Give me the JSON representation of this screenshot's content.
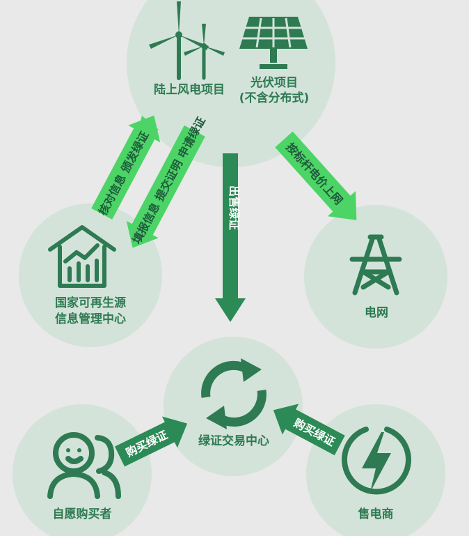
{
  "colors": {
    "background": "#e8e9e8",
    "circle": "#d3e3d9",
    "icon": "#2e7a52",
    "light_arrow": "#4cd466",
    "dark_arrow": "#2b8a55"
  },
  "nodes": {
    "wind": {
      "label": "陆上风电项目",
      "icon": "wind-turbine-icon"
    },
    "solar": {
      "label_line1": "光伏项目",
      "label_line2": "(不含分布式)",
      "icon": "solar-panel-icon"
    },
    "gov": {
      "label_line1": "国家可再生源",
      "label_line2": "信息管理中心",
      "icon": "house-chart-icon"
    },
    "grid": {
      "label": "电网",
      "icon": "power-tower-icon"
    },
    "exchange": {
      "label": "绿证交易中心",
      "icon": "exchange-cycle-icon"
    },
    "buyer": {
      "label": "自愿购买者",
      "icon": "people-icon"
    },
    "seller": {
      "label": "售电商",
      "icon": "lightning-icon"
    }
  },
  "arrows": {
    "verify_issue": "核对信息 颁发绿证",
    "fill_apply": "填报信息 提交证明 申请绿证",
    "sell_certificates": "出售绿证",
    "benchmark_price": "按标杆电价上网",
    "buy_left": "购买绿证",
    "buy_right": "购买绿证"
  }
}
